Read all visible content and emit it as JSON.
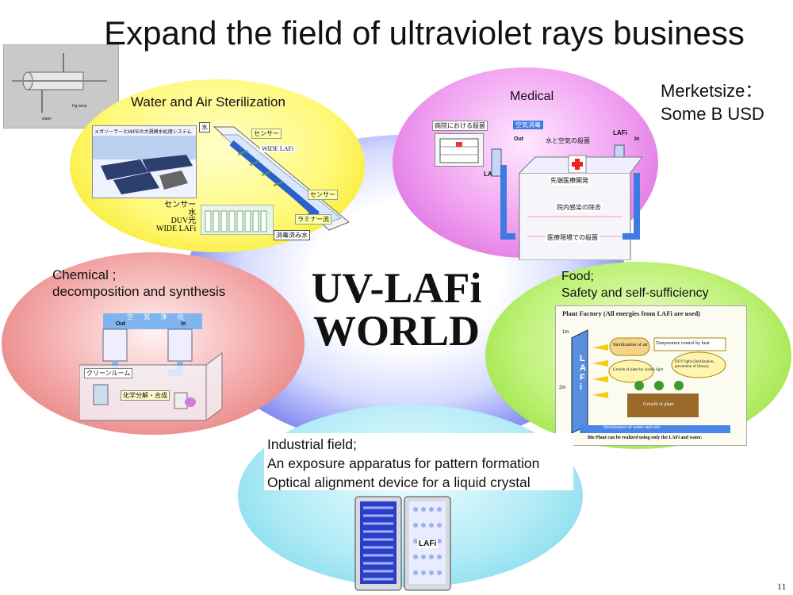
{
  "title": "Expand the field of ultraviolet rays business",
  "center": {
    "line1": "UV-LAFi",
    "line2": "WORLD"
  },
  "market": {
    "line1": "Merketsize：",
    "line2": "Some B USD"
  },
  "page_number": "11",
  "thumbnail": {
    "label_lamp": "Hg lamp",
    "label_water": "water"
  },
  "water": {
    "title": "Water and Air Sterilization",
    "photo_caption": "メガソーラーとMIPEの大規模水処理システム",
    "water_label": "水",
    "sensor1": "センサー",
    "wide_lafi": "WIDE LAFi",
    "sensor2": "センサー",
    "laminar": "ラミナー流",
    "legend_sensor": "センサー",
    "legend_water": "水",
    "legend_duv": "DUV光",
    "legend_wide": "WIDE LAFi",
    "sterilized": "消毒済み水"
  },
  "medical": {
    "title": "Medical",
    "hospital": "病院における殺菌",
    "air_disinfect": "空気消毒",
    "water_air": "水と空気の殺菌",
    "out": "Out",
    "in": "In",
    "lafi1": "LAFi",
    "lafi2": "LAFi",
    "row1": "先端医療開発",
    "row2": "院内感染の除去",
    "row3": "医療現場での殺菌"
  },
  "chemical": {
    "title_line1": "Chemical ;",
    "title_line2": "decomposition and synthesis",
    "air_clean": "空 　気 　浄 　化",
    "out": "Out",
    "in": "In",
    "cleanroom": "クリーンルーム",
    "chem_label": "化学分解・合成"
  },
  "food": {
    "title_line1": "Food;",
    "title_line2": "Safety and self-sufficiency",
    "plant_factory": "Plant Factory (All energies from LAFi are used)",
    "sterilization_air": "Sterilization of air",
    "temp_control": "Temperature control by heat",
    "growth_visible": "Growth of plant by visible light",
    "duv_light": "DUV light (Sterilization, prevention of illness)",
    "growth_plant": "Growth of plant",
    "sterilization_ws": "Sterilization of water and soil",
    "bio_plant": "Bio Plant can be realized using only the LAFi and water.",
    "lamp_letters": "L A F i",
    "dim_1m": "1m",
    "dim_2m": "2m"
  },
  "industrial": {
    "line1": "Industrial field;",
    "line2": "An exposure apparatus for pattern formation",
    "line3": "Optical alignment device for a liquid crystal",
    "lafi": "LAFi"
  },
  "colors": {
    "center_blue": "#3f49e6",
    "water_yellow": "#fff97a",
    "medical_pink": "#ef9cf0",
    "chemical_red": "#f3a6a6",
    "food_green": "#bff27a",
    "industrial_cyan": "#b0ebf6"
  }
}
